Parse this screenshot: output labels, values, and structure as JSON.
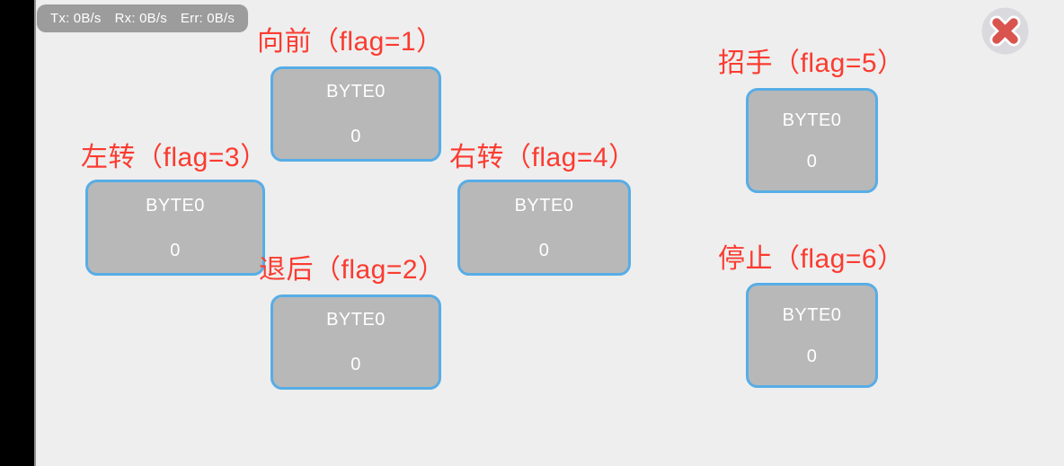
{
  "status_bar": {
    "items": [
      "Tx: 0B/s",
      "Rx: 0B/s",
      "Err: 0B/s"
    ]
  },
  "controls": [
    {
      "id": "forward",
      "label": "向前（flag=1）",
      "byte_label": "BYTE0",
      "value": "0"
    },
    {
      "id": "turn-left",
      "label": "左转（flag=3）",
      "byte_label": "BYTE0",
      "value": "0"
    },
    {
      "id": "turn-right",
      "label": "右转（flag=4）",
      "byte_label": "BYTE0",
      "value": "0"
    },
    {
      "id": "backward",
      "label": "退后（flag=2）",
      "byte_label": "BYTE0",
      "value": "0"
    },
    {
      "id": "wave",
      "label": "招手（flag=5）",
      "byte_label": "BYTE0",
      "value": "0"
    },
    {
      "id": "stop",
      "label": "停止（flag=6）",
      "byte_label": "BYTE0",
      "value": "0"
    }
  ],
  "colors": {
    "background": "#eeeeee",
    "label_red": "#fb3b30",
    "button_fill": "#b8b8b8",
    "button_border": "#57ade6",
    "button_text": "#ffffff",
    "status_fill": "#9c9c9c",
    "close_circle": "#dadade",
    "close_x": "#d9544e"
  }
}
